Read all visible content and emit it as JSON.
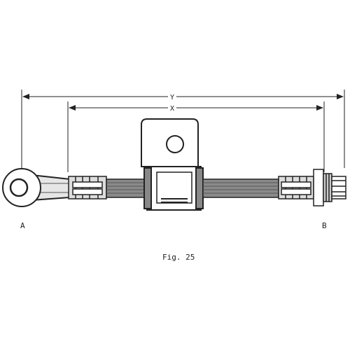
{
  "dimensions": {
    "overall_label": "Y",
    "inner_label": "X"
  },
  "ends": {
    "left_label": "A",
    "right_label": "B"
  },
  "caption": "Fig. 25",
  "colors": {
    "ink": "#222222",
    "hose_gray": "#7a7a7a",
    "background": "#ffffff"
  }
}
